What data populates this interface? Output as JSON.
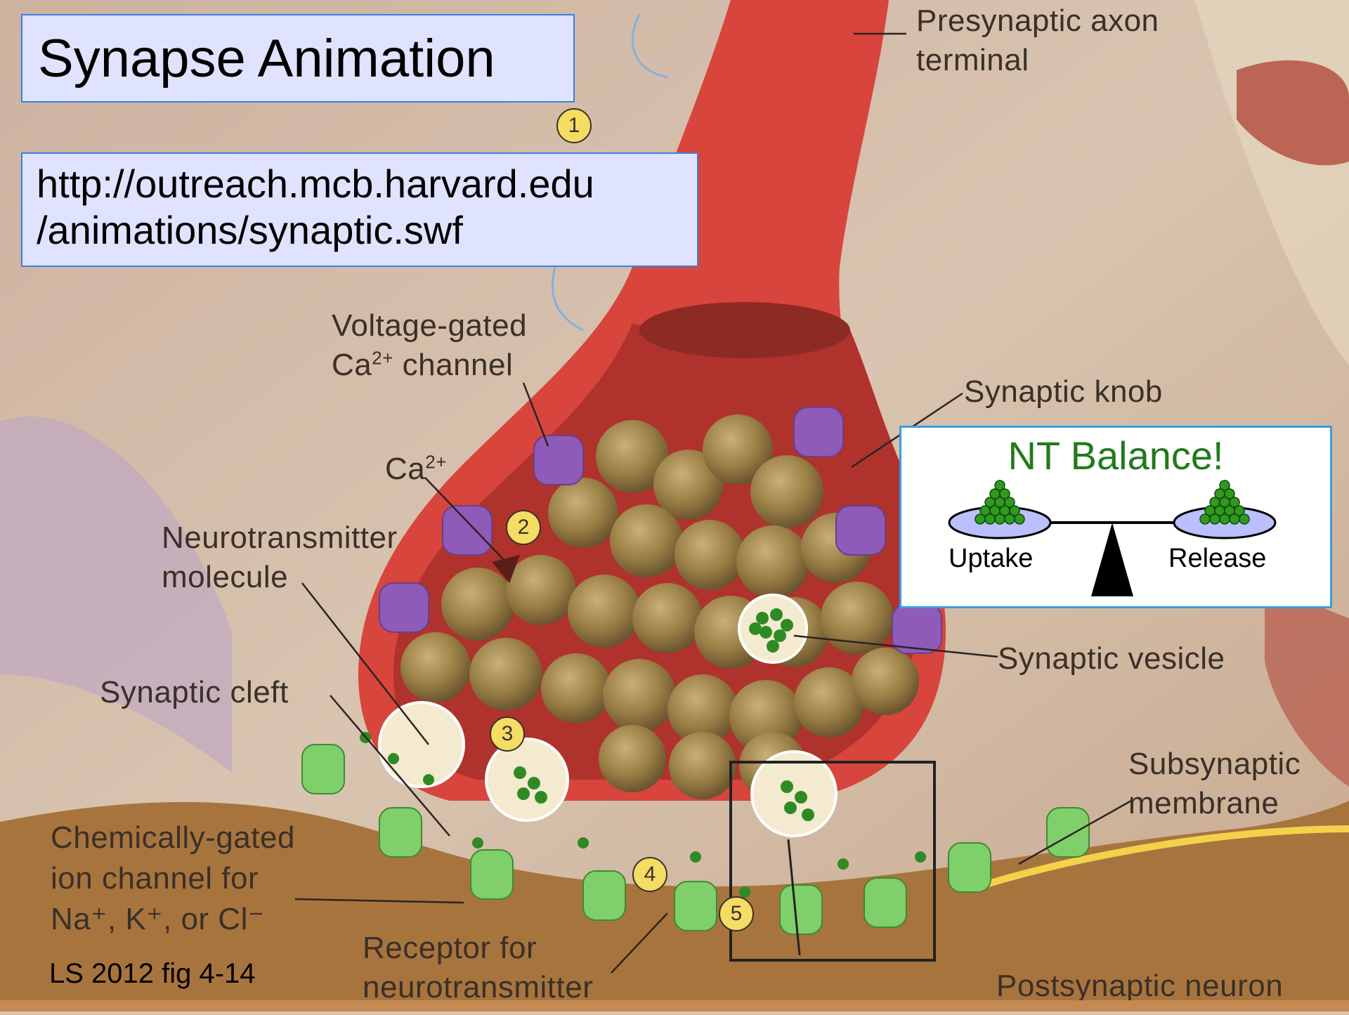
{
  "title": "Synapse Animation",
  "url": {
    "line1": "http://outreach.mcb.harvard.edu",
    "line2": "/animations/synaptic.swf"
  },
  "labels": {
    "presynaptic_1": "Presynaptic axon",
    "presynaptic_2": "terminal",
    "vgcc_1": "Voltage-gated",
    "vgcc_2_base": "Ca",
    "vgcc_2_sup": "2+",
    "vgcc_2_tail": " channel",
    "knob": "Synaptic knob",
    "ca_base": "Ca",
    "ca_sup": "2+",
    "nt_1": "Neurotransmitter",
    "nt_2": "molecule",
    "vesicle": "Synaptic vesicle",
    "cleft": "Synaptic cleft",
    "subsyn_1": "Subsynaptic",
    "subsyn_2": "membrane",
    "chem_1": "Chemically-gated",
    "chem_2": "ion channel for",
    "chem_3": "Na⁺, K⁺, or Cl⁻",
    "receptor_1": "Receptor for",
    "receptor_2": "neurotransmitter",
    "postsyn": "Postsynaptic neuron"
  },
  "steps": [
    "1",
    "2",
    "3",
    "4",
    "5"
  ],
  "nt_balance": {
    "title": "NT Balance!",
    "left": "Uptake",
    "right": "Release"
  },
  "credit": "LS 2012 fig 4-14",
  "colors": {
    "axon": "#d8453c",
    "vesicle": "#9a7f45",
    "nt_molecule": "#2f8a24",
    "receptor": "#7fcf6a",
    "calcium_channel": "#8f5bb8",
    "postsynaptic": "#a8743e"
  }
}
